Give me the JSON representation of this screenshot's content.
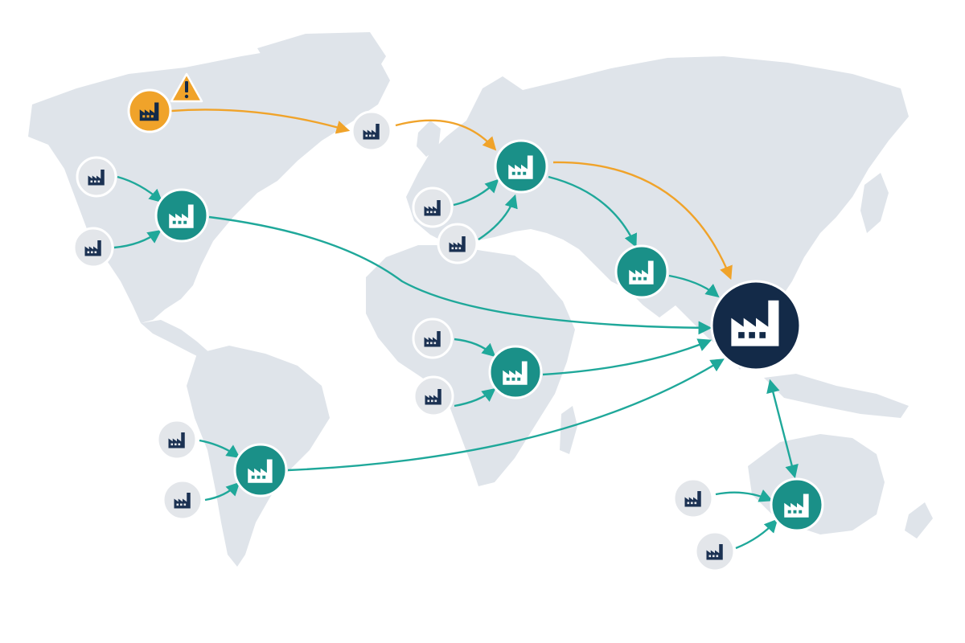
{
  "colors": {
    "background": "#ffffff",
    "land": "#dfe4ea",
    "teal_hub": "#1a9088",
    "teal_flow": "#1fa89a",
    "orange_alert": "#f0a32a",
    "navy_hub": "#132a48",
    "supplier_fill": "#e3e6ea",
    "supplier_icon": "#1b3152"
  },
  "icons": {
    "node": "factory-icon",
    "alert": "warning-icon"
  },
  "node_types": [
    "main-hub",
    "regional-hub",
    "supplier",
    "alert-supplier"
  ],
  "flow_types": [
    "standard-flow",
    "disrupted-flow",
    "bidirectional-flow"
  ]
}
